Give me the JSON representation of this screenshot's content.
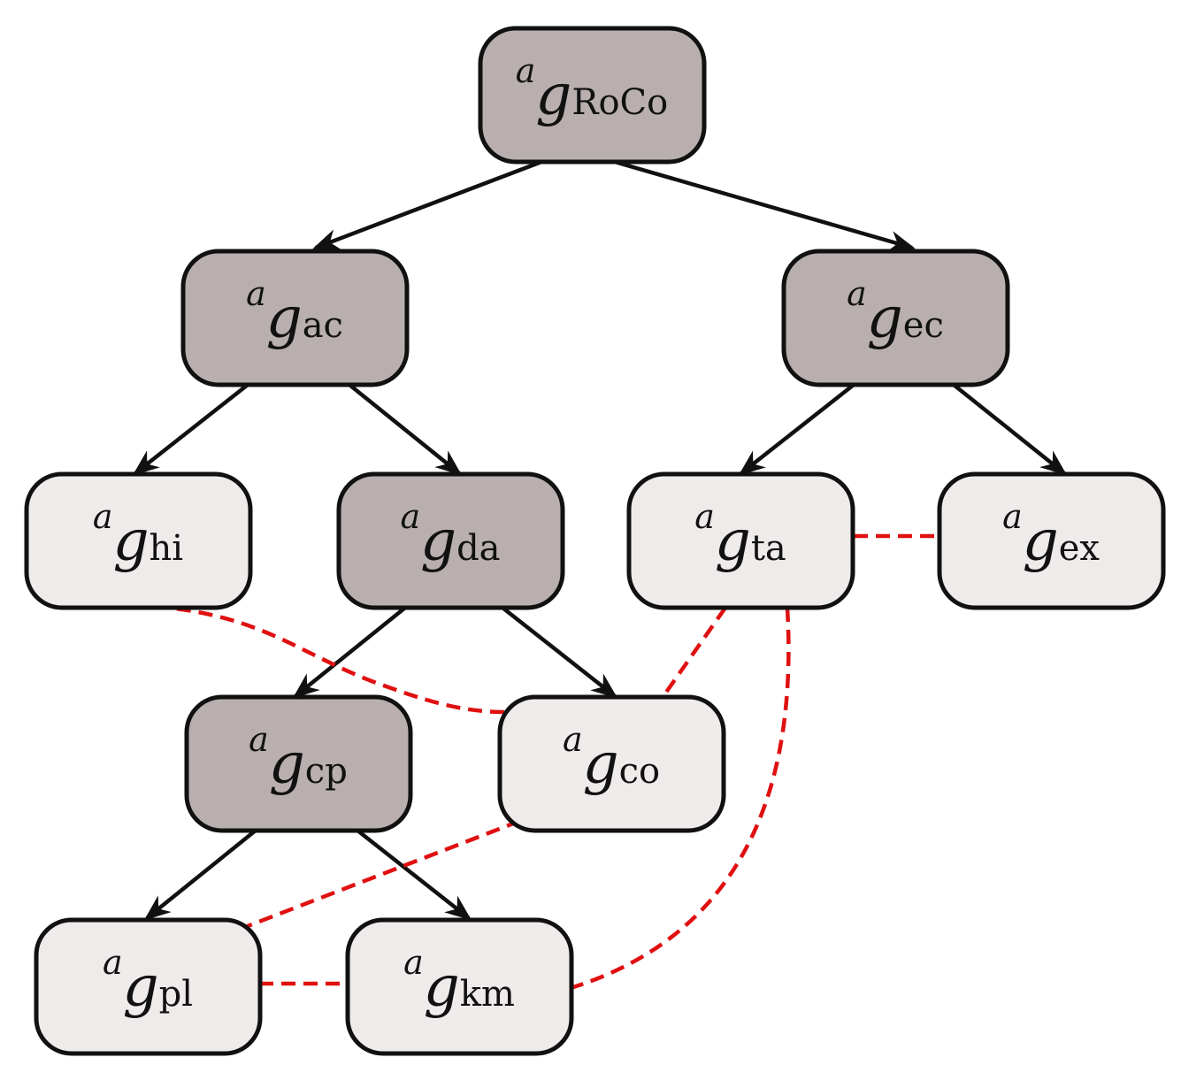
{
  "colors": {
    "dark_node_fill": "#b8afae",
    "light_node_fill": "#efebea",
    "border": "#111111",
    "tree_edge": "#111111",
    "link_edge": "#e01010"
  },
  "nodes": {
    "roco": {
      "prefix": "a",
      "symbol": "g",
      "subscript": "RoCo",
      "fill": "dark"
    },
    "ac": {
      "prefix": "a",
      "symbol": "g",
      "subscript": "ac",
      "fill": "dark"
    },
    "ec": {
      "prefix": "a",
      "symbol": "g",
      "subscript": "ec",
      "fill": "dark"
    },
    "hi": {
      "prefix": "a",
      "symbol": "g",
      "subscript": "hi",
      "fill": "light"
    },
    "da": {
      "prefix": "a",
      "symbol": "g",
      "subscript": "da",
      "fill": "dark"
    },
    "ta": {
      "prefix": "a",
      "symbol": "g",
      "subscript": "ta",
      "fill": "light"
    },
    "ex": {
      "prefix": "a",
      "symbol": "g",
      "subscript": "ex",
      "fill": "light"
    },
    "cp": {
      "prefix": "a",
      "symbol": "g",
      "subscript": "cp",
      "fill": "dark"
    },
    "co": {
      "prefix": "a",
      "symbol": "g",
      "subscript": "co",
      "fill": "light"
    },
    "pl": {
      "prefix": "a",
      "symbol": "g",
      "subscript": "pl",
      "fill": "light"
    },
    "km": {
      "prefix": "a",
      "symbol": "g",
      "subscript": "km",
      "fill": "light"
    }
  },
  "tree_edges": [
    {
      "from": "roco",
      "to": "ac"
    },
    {
      "from": "roco",
      "to": "ec"
    },
    {
      "from": "ac",
      "to": "hi"
    },
    {
      "from": "ac",
      "to": "da"
    },
    {
      "from": "ec",
      "to": "ta"
    },
    {
      "from": "ec",
      "to": "ex"
    },
    {
      "from": "da",
      "to": "cp"
    },
    {
      "from": "da",
      "to": "co"
    },
    {
      "from": "cp",
      "to": "pl"
    },
    {
      "from": "cp",
      "to": "km"
    }
  ],
  "link_edges": [
    {
      "from": "ta",
      "to": "ex"
    },
    {
      "from": "hi",
      "to": "co"
    },
    {
      "from": "ta",
      "to": "co"
    },
    {
      "from": "ta",
      "to": "km"
    },
    {
      "from": "co",
      "to": "pl"
    },
    {
      "from": "pl",
      "to": "km"
    }
  ]
}
